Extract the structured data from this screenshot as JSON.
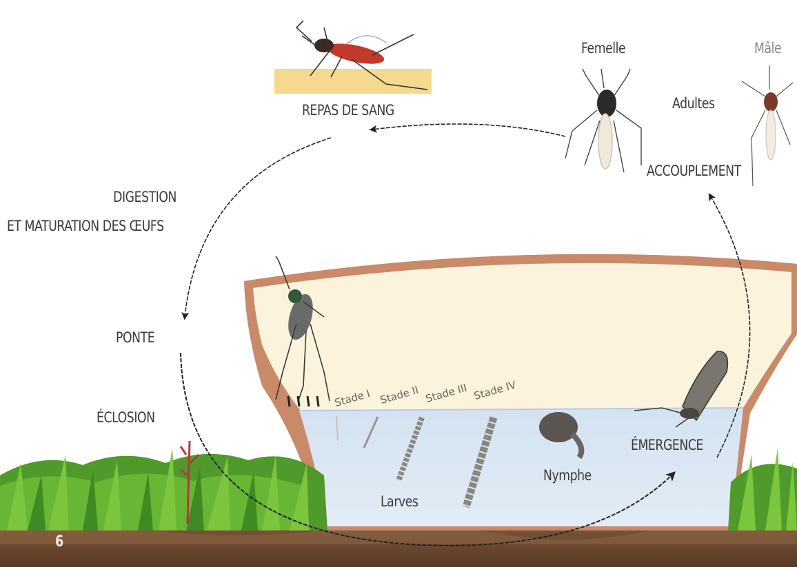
{
  "labels": {
    "repas": "REPAS DE SANG",
    "femelle": "Femelle",
    "male": "Mâle",
    "adultes": "Adultes",
    "accouplement": "ACCOUPLEMENT",
    "digestion_line1": "DIGESTION",
    "digestion_line2": "ET MATURATION DES ŒUFS",
    "ponte": "PONTE",
    "eclosion": "ÉCLOSION",
    "emergence": "ÉMERGENCE",
    "nymphe": "Nymphe",
    "larves": "Larves",
    "page_number": "6"
  },
  "stades": [
    "Stade I",
    "Stade II",
    "Stade III",
    "Stade IV"
  ],
  "colors": {
    "text": "#3a3a3a",
    "container_rim": "#c98a6a",
    "container_air": "#fbf3dc",
    "water": "#d8e6f3",
    "soil": "#6b4a32",
    "grass": "#5aa62c",
    "pad": "#f5d98e",
    "arrow": "#222222"
  }
}
